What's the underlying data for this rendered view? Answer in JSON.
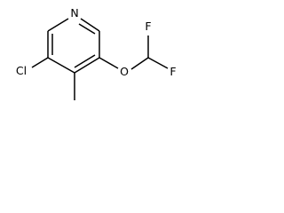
{
  "structure": {
    "atoms": {
      "nitrogen": "N",
      "chlorine": "Cl",
      "oxygen": "O",
      "fluorine_top": "F",
      "fluorine_bottom": "F"
    }
  },
  "colors": {
    "bond": "#000000",
    "label": "#000000",
    "background": "#ffffff"
  }
}
